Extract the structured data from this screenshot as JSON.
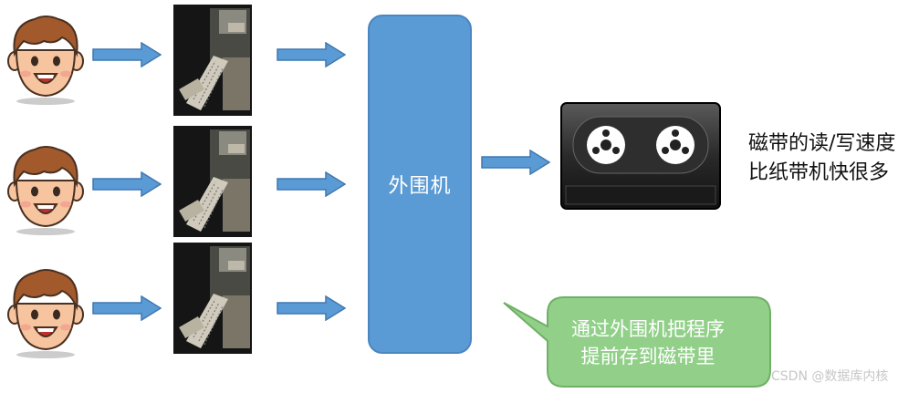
{
  "rows": [
    {
      "person_icon": "smiling-boy-face-icon",
      "photo_icon": "paper-tape-punch-machine-photo"
    },
    {
      "person_icon": "smiling-boy-face-icon",
      "photo_icon": "paper-tape-punch-machine-photo"
    },
    {
      "person_icon": "smiling-boy-face-icon",
      "photo_icon": "paper-tape-punch-machine-photo"
    }
  ],
  "peripheral": {
    "label": "外围机"
  },
  "magnetic_tape": {
    "icon": "cassette-tape-icon",
    "note": "磁带的读/写速度\n比纸带机快很多"
  },
  "callout": {
    "text": "通过外围机把程序\n提前存到磁带里"
  },
  "watermark": "CSDN @数据库内核",
  "colors": {
    "arrow": "#5b9bd5",
    "peripheral": "#5b9bd5",
    "callout": "#92d08a",
    "face_skin": "#f6c5a0",
    "hair": "#a25a2c"
  }
}
